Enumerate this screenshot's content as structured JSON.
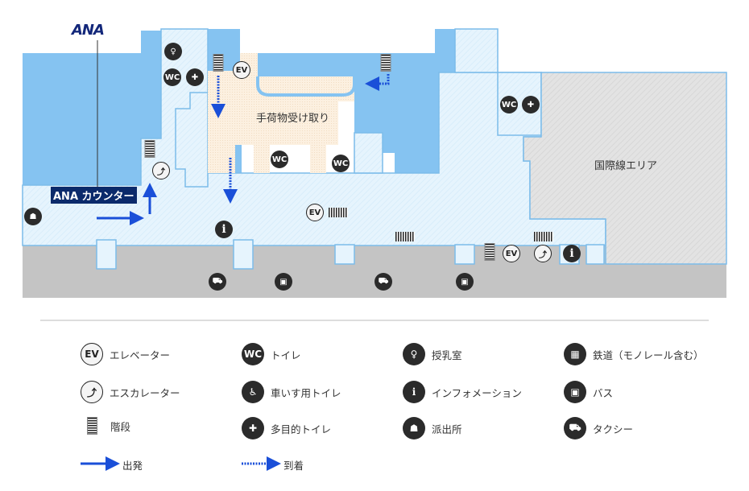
{
  "logo": "ANA",
  "map": {
    "ana_counter": "ANA カウンター",
    "baggage_claim": "手荷物受け取り",
    "international_area": "国際線エリア"
  },
  "icons": {
    "ev": "EV",
    "wc": "WC",
    "info": "i"
  },
  "legend": [
    {
      "icon": "elevator",
      "label": "エレベーター"
    },
    {
      "icon": "toilet",
      "label": "トイレ"
    },
    {
      "icon": "nursing-room",
      "label": "授乳室"
    },
    {
      "icon": "train",
      "label": "鉄道（モノレール含む）"
    },
    {
      "icon": "escalator",
      "label": "エスカレーター"
    },
    {
      "icon": "wheelchair-toilet",
      "label": "車いす用トイレ"
    },
    {
      "icon": "information",
      "label": "インフォメーション"
    },
    {
      "icon": "bus",
      "label": "バス"
    },
    {
      "icon": "stairs",
      "label": "階段"
    },
    {
      "icon": "multipurpose-toilet",
      "label": "多目的トイレ"
    },
    {
      "icon": "police-box",
      "label": "派出所"
    },
    {
      "icon": "taxi",
      "label": "タクシー"
    },
    {
      "icon": "departure-arrow",
      "label": "出発"
    },
    {
      "icon": "arrival-arrow",
      "label": "到着"
    }
  ],
  "colors": {
    "walkway": "#e4f3fd",
    "building": "#85c3f1",
    "outline": "#7cbcea",
    "baggage": "#fbeedd",
    "international": "#e0e0e0",
    "road": "#c4c4c4",
    "arrow": "#1a4fd8"
  }
}
